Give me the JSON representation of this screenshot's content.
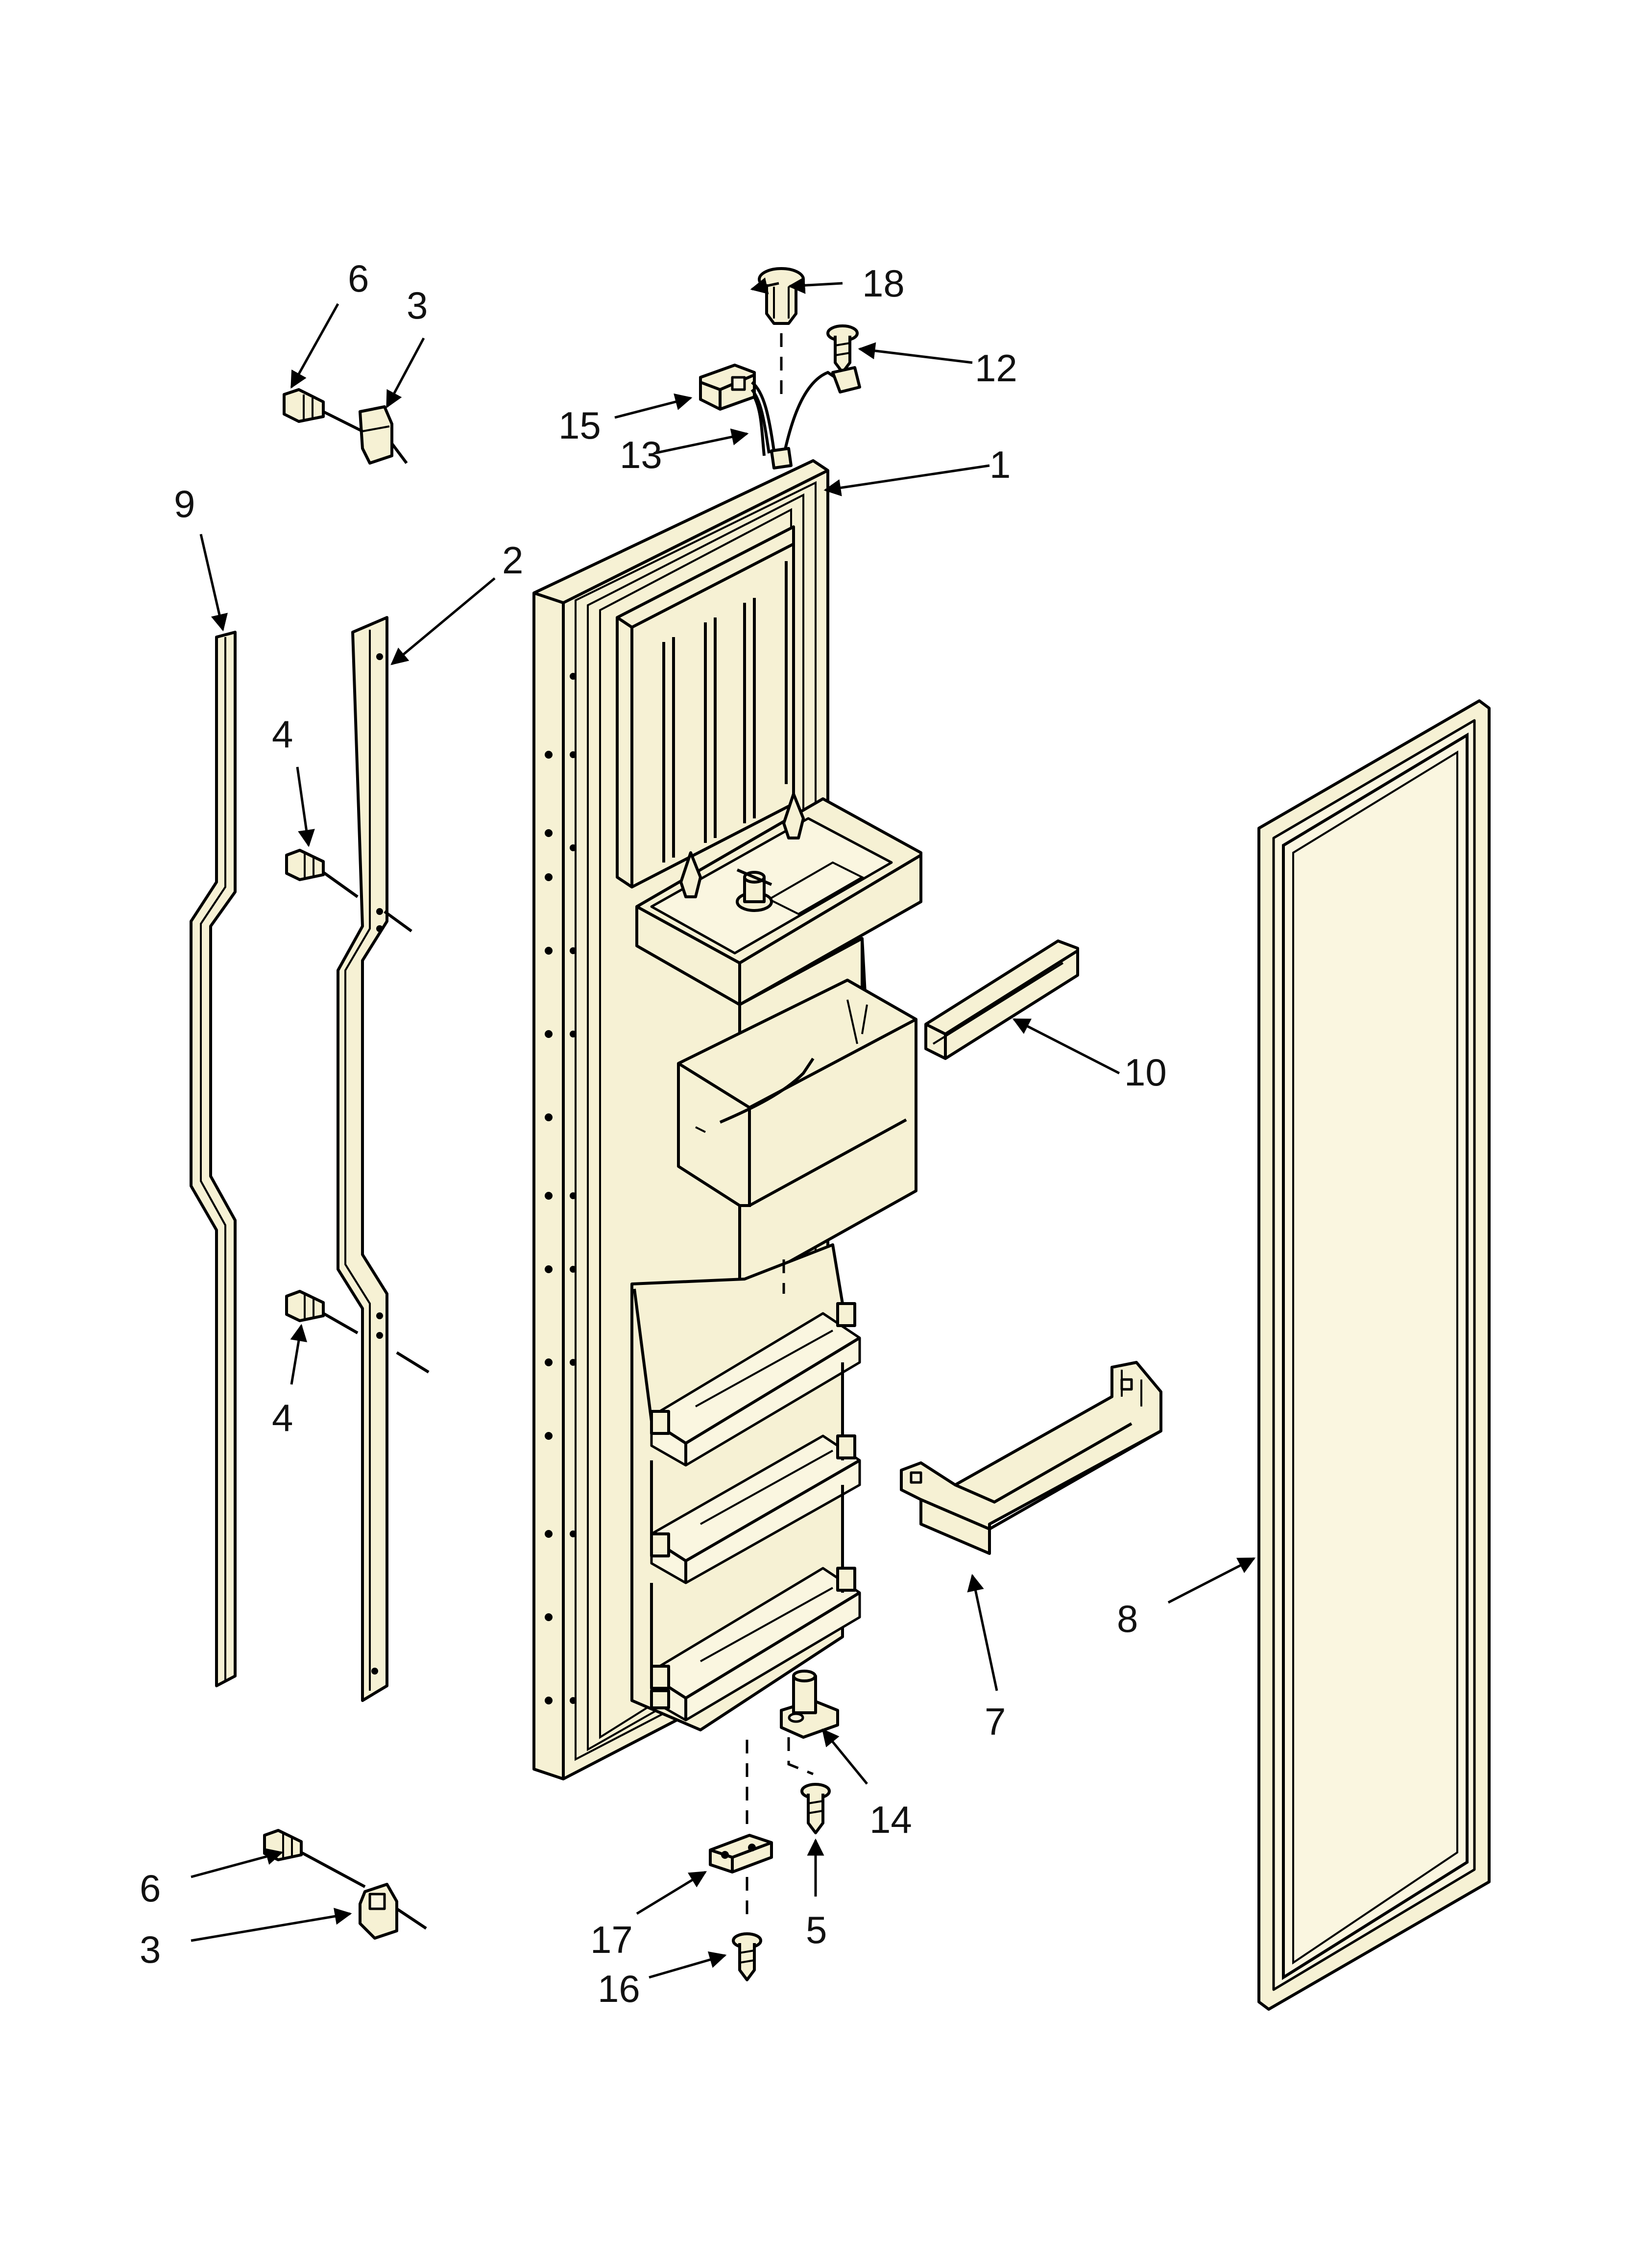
{
  "diagram": {
    "callouts": {
      "c1": "1",
      "c2": "2",
      "c3_top": "3",
      "c3_bottom": "3",
      "c4_top": "4",
      "c4_bottom": "4",
      "c5": "5",
      "c6_top": "6",
      "c6_bottom": "6",
      "c7": "7",
      "c8": "8",
      "c9": "9",
      "c10": "10",
      "c12": "12",
      "c13": "13",
      "c14": "14",
      "c15": "15",
      "c16": "16",
      "c17": "17",
      "c18": "18"
    },
    "colors": {
      "part_fill": "#f6f1d4",
      "line": "#000000",
      "background": "#ffffff"
    }
  }
}
